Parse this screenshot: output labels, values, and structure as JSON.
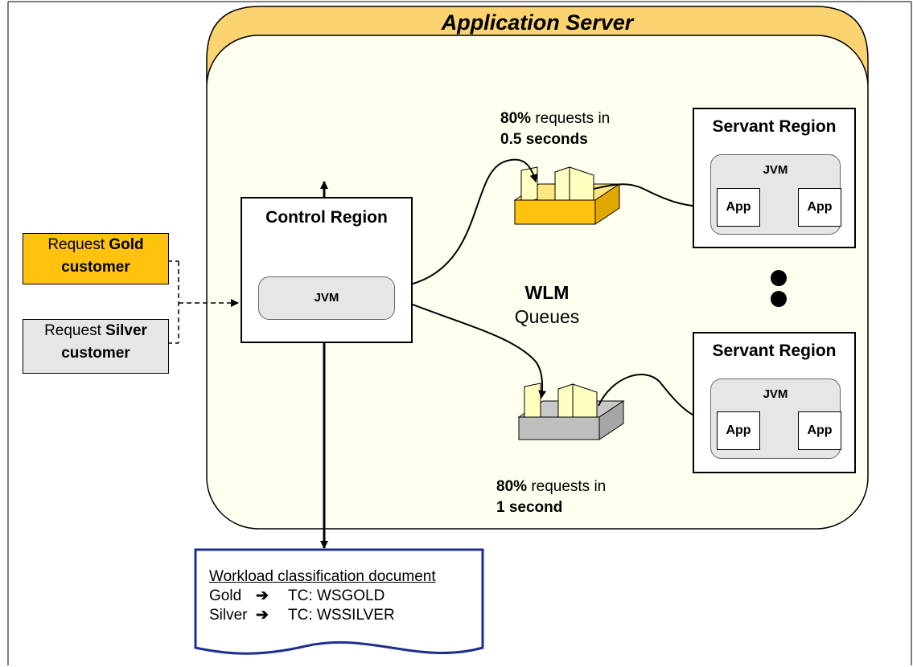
{
  "server": {
    "title": "Application Server"
  },
  "control_region": {
    "title": "Control Region",
    "jvm": "JVM"
  },
  "servant_regions": [
    {
      "title": "Servant Region",
      "jvm": "JVM",
      "apps": [
        "App",
        "App"
      ]
    },
    {
      "title": "Servant Region",
      "jvm": "JVM",
      "apps": [
        "App",
        "App"
      ]
    }
  ],
  "queues": {
    "label_bold": "WLM",
    "label": "Queues",
    "gold_goal": {
      "percent": "80%",
      "text": "requests in",
      "time": "0.5 seconds"
    },
    "silver_goal": {
      "percent": "80%",
      "text": "requests in",
      "time": "1 second"
    }
  },
  "requests": [
    {
      "prefix": "Request",
      "bold1": "Gold",
      "bold2": "customer",
      "color": "#FFC20E"
    },
    {
      "prefix": "Request",
      "bold1": "Silver",
      "bold2": "customer",
      "color": "#E6E6E6"
    }
  ],
  "document": {
    "title": "Workload classification document",
    "rows": [
      {
        "class": "Gold",
        "arrow": "➔",
        "tc": "TC: WSGOLD"
      },
      {
        "class": "Silver",
        "arrow": "➔",
        "tc": "TC: WSSILVER"
      }
    ]
  },
  "colors": {
    "gold": "#FFC20E",
    "server_tab": "#FBD371",
    "silver": "#D9D9D9",
    "paper": "#FFFFC0",
    "doc_border": "#1F2F8F"
  }
}
